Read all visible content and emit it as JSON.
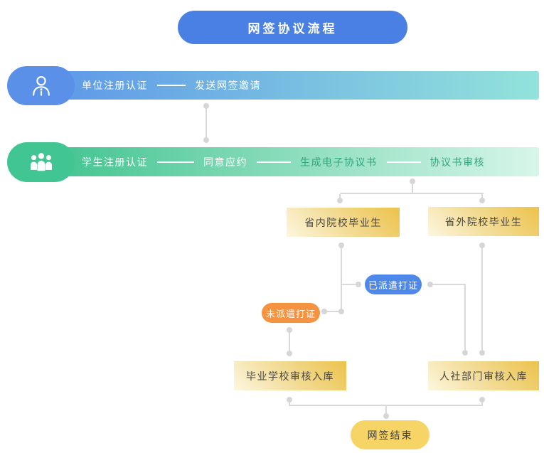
{
  "title": "网签协议流程",
  "lanes": {
    "unit": {
      "icon": "person",
      "steps": [
        "单位注册认证",
        "发送网签邀请"
      ]
    },
    "student": {
      "icon": "people",
      "steps": [
        "学生注册认证",
        "同意应约",
        "生成电子协议书",
        "协议书审核"
      ]
    }
  },
  "nodes": {
    "in_province": "省内院校毕业生",
    "out_province": "省外院校毕业生",
    "dispatched": "已派遣打证",
    "not_dispatched": "未派遣打证",
    "school_review": "毕业学校审核入库",
    "hr_review": "人社部门审核入库",
    "end": "网签结束"
  },
  "colors": {
    "title_pill_blue": "#4a80e3",
    "unit_badge_blue": "#5b90e8",
    "unit_bar_gradient_start": "#5d97e8",
    "unit_bar_gradient_end": "#92e3db",
    "student_badge_green": "#41c592",
    "student_bar_gradient_start": "#3fc38e",
    "student_bar_gradient_end": "#d7f6ea",
    "yellow_box_gradient_start": "#fdf7e0",
    "yellow_box_gradient_end": "#ecc24b",
    "dispatched_pill_blue": "#4e88e9",
    "not_dispatched_pill_orange": "#f69340",
    "end_pill_yellow": "#f6d466",
    "connector_gray": "#d9d9d9",
    "bar_green_text": "#2da87c"
  }
}
